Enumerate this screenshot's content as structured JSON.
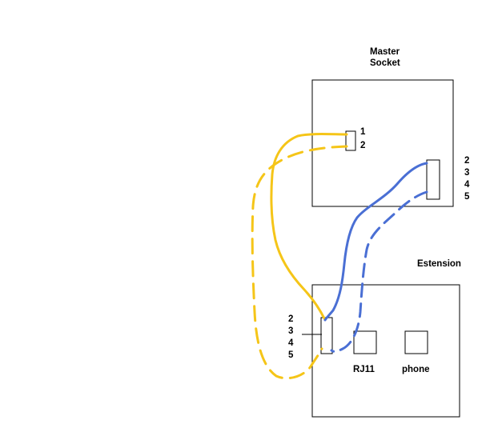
{
  "master_socket": {
    "title_line1": "Master",
    "title_line2": "Socket",
    "pins_left": [
      "1",
      "2"
    ],
    "pins_right": [
      "2",
      "3",
      "4",
      "5"
    ]
  },
  "extension": {
    "title": "Estension",
    "pins": [
      "2",
      "3",
      "4",
      "5"
    ],
    "rj11_label": "RJ11",
    "phone_label": "phone"
  },
  "colors": {
    "yellow_wire": "#f5c518",
    "blue_wire": "#4a6fd4",
    "outline": "#000000"
  }
}
